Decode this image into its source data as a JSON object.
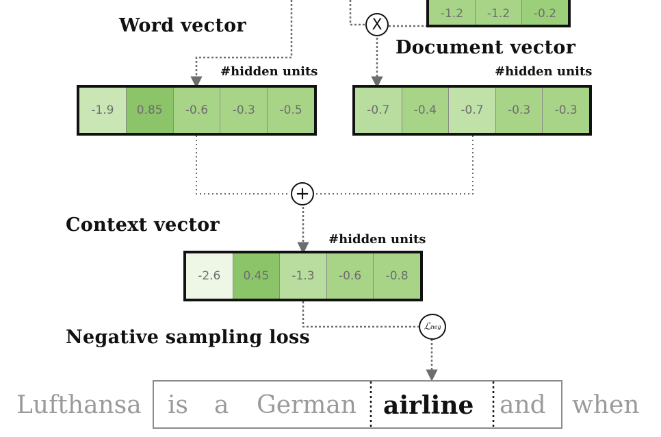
{
  "labels": {
    "word_vector": "Word vector",
    "document_vector": "Document vector",
    "context_vector": "Context vector",
    "loss": "Negative sampling loss",
    "hidden_units": "#hidden units"
  },
  "operators": {
    "multiply": "X",
    "add": "+",
    "loss_symbol": "ℒ",
    "loss_superscript": "neg"
  },
  "top_partial_vector": {
    "values": [
      "-1.2",
      "-1.2",
      "-0.2"
    ],
    "colors": [
      "#a8d488",
      "#a8d488",
      "#9ccf7a"
    ]
  },
  "word_vector": {
    "values": [
      "-1.9",
      "0.85",
      "-0.6",
      "-0.3",
      "-0.5"
    ],
    "colors": [
      "#cae6b4",
      "#8cc469",
      "#a8d488",
      "#a8d488",
      "#a8d488"
    ]
  },
  "document_vector": {
    "values": [
      "-0.7",
      "-0.4",
      "-0.7",
      "-0.3",
      "-0.3"
    ],
    "colors": [
      "#b8dd9e",
      "#a8d488",
      "#c0e1a8",
      "#a8d488",
      "#a8d488"
    ]
  },
  "context_vector": {
    "values": [
      "-2.6",
      "0.45",
      "-1.3",
      "-0.6",
      "-0.8"
    ],
    "colors": [
      "#eef7e6",
      "#8cc469",
      "#b8dd9e",
      "#a8d488",
      "#a8d488"
    ]
  },
  "sentence": [
    "Lufthansa",
    "is",
    "a",
    "German",
    "airline",
    "and",
    "when"
  ],
  "target_word": "airline"
}
